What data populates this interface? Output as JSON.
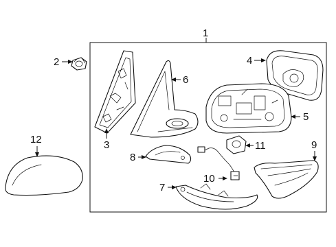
{
  "diagram": {
    "callouts": {
      "c1": "1",
      "c2": "2",
      "c3": "3",
      "c4": "4",
      "c5": "5",
      "c6": "6",
      "c7": "7",
      "c8": "8",
      "c9": "9",
      "c10": "10",
      "c11": "11",
      "c12": "12"
    },
    "line_color": "#111111",
    "background": "#ffffff"
  }
}
